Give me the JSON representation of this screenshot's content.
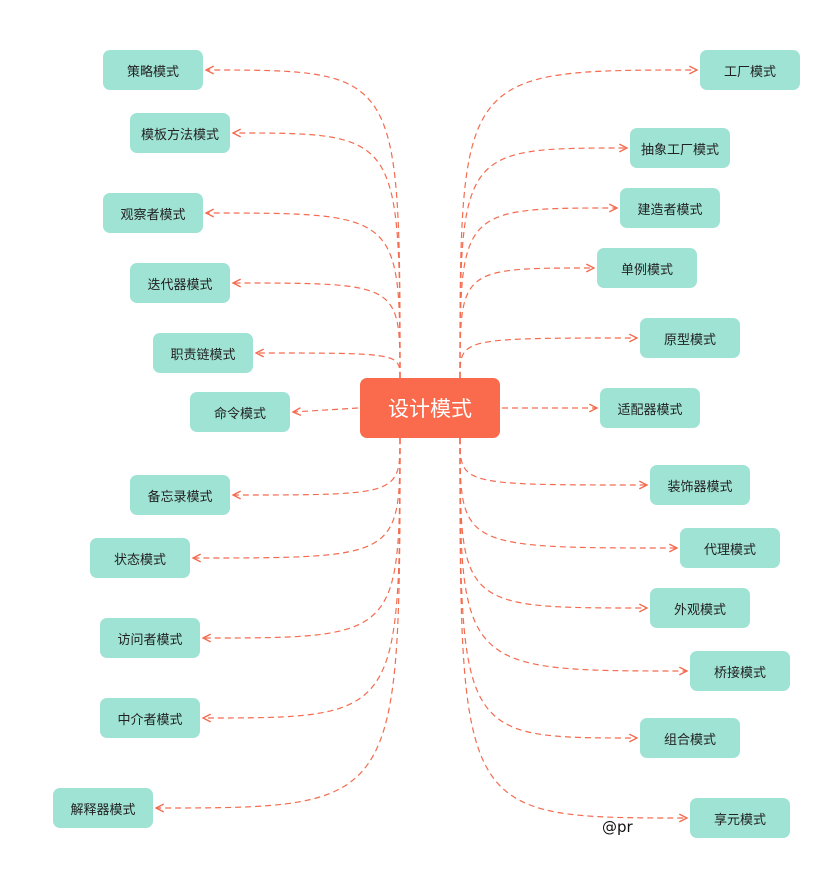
{
  "colors": {
    "center": "#fa6a4d",
    "node": "#9fe3d4",
    "edge": "#f46c50"
  },
  "center": {
    "label": "设计模式"
  },
  "left_nodes": [
    {
      "label": "策略模式"
    },
    {
      "label": "模板方法模式"
    },
    {
      "label": "观察者模式"
    },
    {
      "label": "迭代器模式"
    },
    {
      "label": "职责链模式"
    },
    {
      "label": "命令模式"
    },
    {
      "label": "备忘录模式"
    },
    {
      "label": "状态模式"
    },
    {
      "label": "访问者模式"
    },
    {
      "label": "中介者模式"
    },
    {
      "label": "解释器模式"
    }
  ],
  "right_nodes": [
    {
      "label": "工厂模式"
    },
    {
      "label": "抽象工厂模式"
    },
    {
      "label": "建造者模式"
    },
    {
      "label": "单例模式"
    },
    {
      "label": "原型模式"
    },
    {
      "label": "适配器模式"
    },
    {
      "label": "装饰器模式"
    },
    {
      "label": "代理模式"
    },
    {
      "label": "外观模式"
    },
    {
      "label": "桥接模式"
    },
    {
      "label": "组合模式"
    },
    {
      "label": "享元模式"
    }
  ],
  "watermark": "@pr"
}
